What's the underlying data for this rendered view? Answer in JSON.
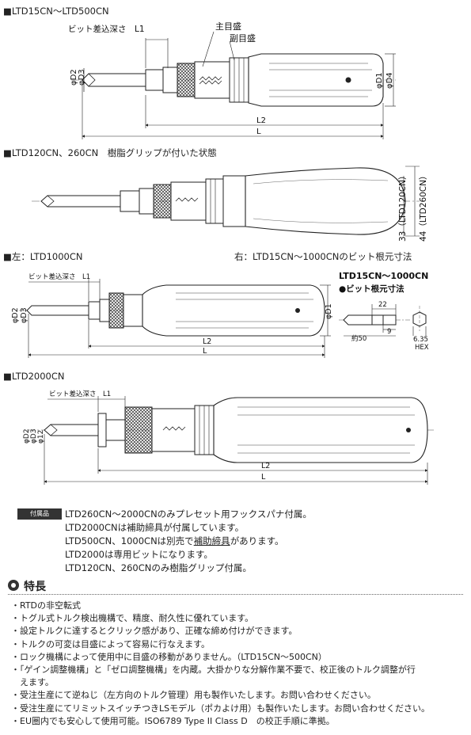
{
  "sections": {
    "s1": {
      "title": "■LTD15CN～LTD500CN",
      "labels": {
        "bit_depth": "ビット差込深さ　L1",
        "main_scale": "主目盛",
        "sub_scale": "副目盛",
        "d2": "φD2",
        "d3": "φD3",
        "d1": "φD1",
        "d4": "φD4",
        "l2": "L2",
        "l": "L"
      }
    },
    "s2": {
      "title": "■LTD120CN、260CN　樹脂グリップが付いた状態",
      "labels": {
        "dim33": "33（LTD120CN）",
        "dim44": "44（LTD260CN）"
      }
    },
    "s3": {
      "title": "■左：LTD1000CN",
      "right_title": "右：LTD15CN～1000CNのビット根元寸法",
      "labels": {
        "bit_depth": "ビット差込深さ　L1",
        "d2": "φD2",
        "d3": "φD3",
        "d1": "φD1",
        "l2": "L2",
        "l": "L"
      },
      "inset": {
        "heading": "LTD15CN～1000CN",
        "subheading": "●ビット根元寸法",
        "dim22": "22",
        "dim9": "9",
        "dim50": "約50",
        "dim635": "6.35",
        "hex": "HEX"
      }
    },
    "s4": {
      "title": "■LTD2000CN",
      "labels": {
        "bit_depth": "ビット差込深さ　L1",
        "d2": "φD2",
        "d3": "φD3",
        "d12": "φ12",
        "l2": "L2",
        "l": "L"
      }
    }
  },
  "accessories": {
    "label": "付属品",
    "lines": [
      "LTD260CN～2000CNのみプレセット用フックスパナ付属。",
      "LTD2000CNは補助締具が付属しています。",
      "LTD500CN、1000CNは別売で",
      "補助締具",
      "があります。",
      "LTD2000は専用ビットになります。",
      "LTD120CN、260CNのみ樹脂グリップ付属。"
    ]
  },
  "features": {
    "heading": "特長",
    "items": [
      "・RTDの非空転式",
      "・トグル式トルク検出機構で、精度、耐久性に優れています。",
      "・設定トルクに達するとクリック感があり、正確な締め付けができます。",
      "・トルクの可変は目盛によって容易に行なえます。",
      "・ロック機構によって使用中に目盛の移動がありません。（LTD15CN～500CN）",
      "・「ゲイン調整機構」と「ゼロ調整機構」を内蔵。大掛かりな分解作業不要で、校正後のトルク調整が行",
      "　えます。",
      "・受注生産にて逆ねじ（左方向のトルク管理）用も製作いたします。お問い合わせください。",
      "・受注生産にてリミットスイッチつきLSモデル（ポカよけ用）も製作いたします。お問い合わせください。",
      "・EU圏内でも安心して使用可能。ISO6789 Type II Class D　の校正手順に準拠。"
    ]
  }
}
